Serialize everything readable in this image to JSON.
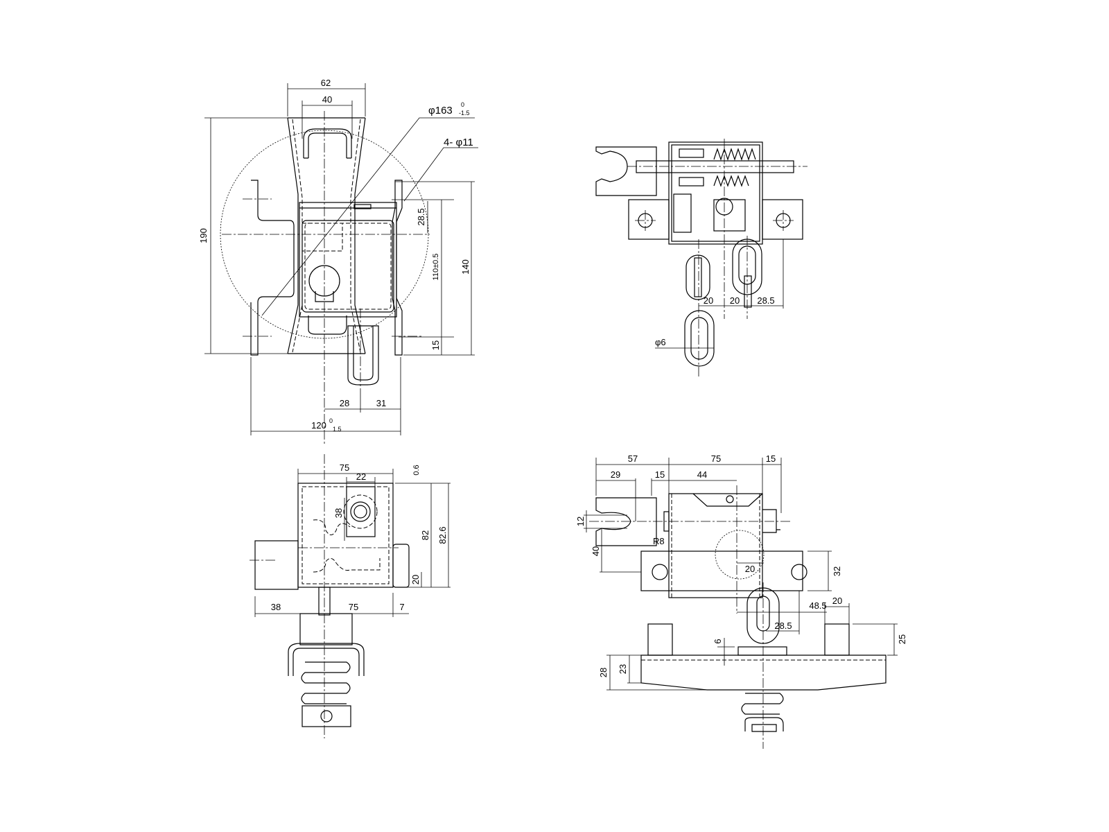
{
  "front_view": {
    "dim_62": "62",
    "dim_40": "40",
    "dim_190": "190",
    "dim_phi163": "φ163",
    "dim_phi163_tol_upper": "0",
    "dim_phi163_tol_lower": "-1.5",
    "dim_4phi11": "4- φ11",
    "dim_28_5": "28.5",
    "dim_110": "110±0.5",
    "dim_140": "140",
    "dim_15": "15",
    "dim_28": "28",
    "dim_31": "31",
    "dim_120": "120",
    "dim_120_tol_upper": "0",
    "dim_120_tol_lower": "1.5"
  },
  "top_view": {
    "dim_20a": "20",
    "dim_20b": "20",
    "dim_28_5": "28.5",
    "dim_phi6": "φ6"
  },
  "side_view": {
    "dim_75_top": "75",
    "dim_22": "22",
    "dim_0_6": "0.6",
    "dim_38_v": "38",
    "dim_82": "82",
    "dim_82_6": "82.6",
    "dim_20": "20",
    "dim_38": "38",
    "dim_75_bottom": "75",
    "dim_7": "7"
  },
  "rear_view": {
    "dim_57": "57",
    "dim_75": "75",
    "dim_15_right": "15",
    "dim_29": "29",
    "dim_15_left": "15",
    "dim_44": "44",
    "dim_12": "12",
    "dim_40": "40",
    "dim_r8": "R8",
    "dim_32": "32",
    "dim_20": "20",
    "dim_48_5": "48.5",
    "dim_28_5": "28.5",
    "dim_20_post": "20",
    "dim_25": "25",
    "dim_6": "6",
    "dim_28": "28",
    "dim_23": "23"
  }
}
